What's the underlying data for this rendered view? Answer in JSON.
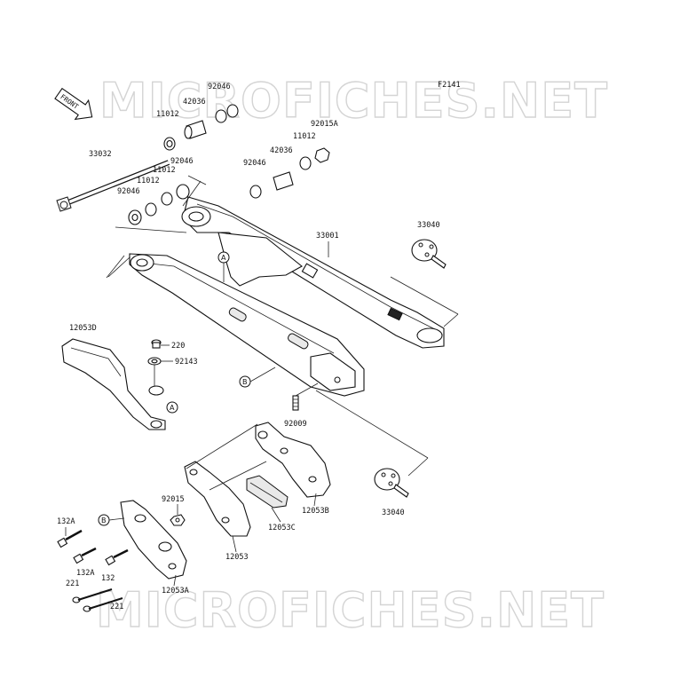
{
  "diagram_code": "F2141",
  "watermark": "MICROFICHES.NET",
  "front_label": "FRONT",
  "callouts": {
    "a": "A",
    "b": "B"
  },
  "parts": {
    "p33032": "33032",
    "p11012_top": "11012",
    "p42036_top": "42036",
    "p92046_top": "92046",
    "p92046_left": "92046",
    "p11012_left": "11012",
    "p92046_left2": "92046",
    "p11012_left2": "11012",
    "p92046_mid": "92046",
    "p42036_mid": "42036",
    "p11012_mid": "11012",
    "p92015a": "92015A",
    "p33040_top": "33040",
    "p33001": "33001",
    "p12053d": "12053D",
    "p220": "220",
    "p92143": "92143",
    "p92009": "92009",
    "p92015": "92015",
    "p12053c": "12053C",
    "p12053b": "12053B",
    "p12053": "12053",
    "p33040_bottom": "33040",
    "p132a_top": "132A",
    "p132a_bottom": "132A",
    "p132": "132",
    "p221_left": "221",
    "p221_right": "221",
    "p12053a": "12053A"
  }
}
